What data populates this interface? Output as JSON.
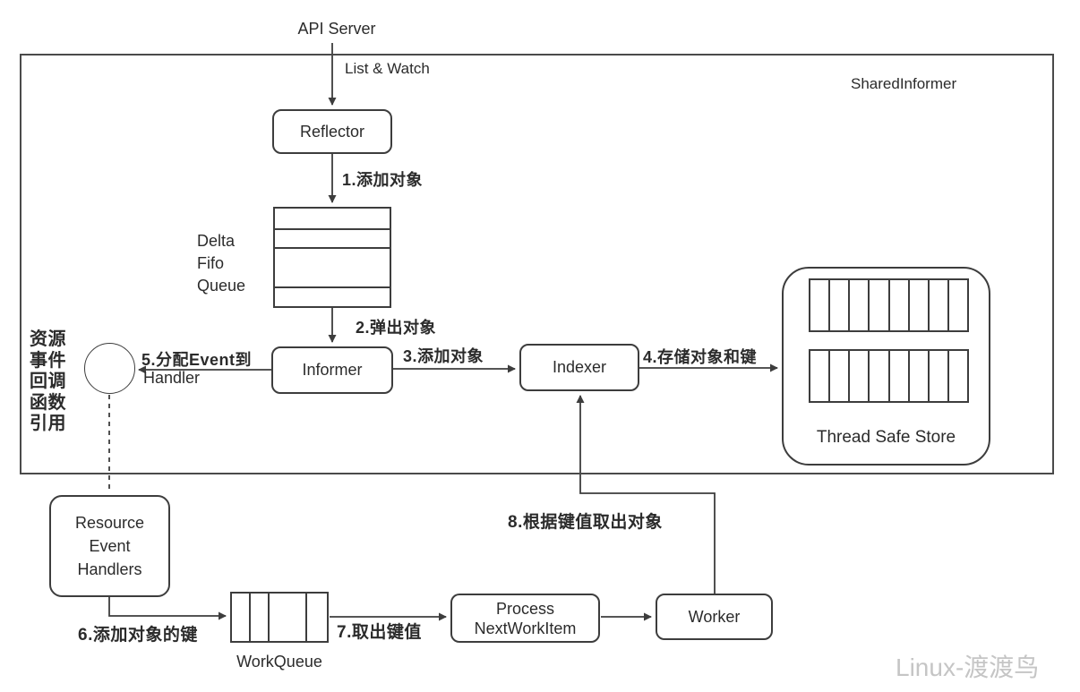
{
  "title": "SharedInformer architecture diagram",
  "colors": {
    "line": "#3d3d3d",
    "box_border": "#3d3d3d",
    "outer_border": "#4a4a4a",
    "text": "#2b2b2b",
    "watermark": "#c5c5c5",
    "background": "#ffffff"
  },
  "outer": {
    "label": "SharedInformer"
  },
  "external": {
    "api_server": "API Server"
  },
  "nodes": {
    "reflector": "Reflector",
    "delta_fifo_label": [
      "Delta",
      "Fifo",
      "Queue"
    ],
    "informer": "Informer",
    "indexer": "Indexer",
    "thread_safe_store": "Thread Safe Store",
    "callback_ref_label": [
      "资源",
      "事件",
      "回调",
      "函数",
      "引用"
    ],
    "resource_event_handlers": [
      "Resource",
      "Event",
      "Handlers"
    ],
    "work_queue": "WorkQueue",
    "process_next_work_item": [
      "Process",
      "NextWorkItem"
    ],
    "worker": "Worker"
  },
  "edges": {
    "list_watch": "List & Watch",
    "step1": "1.添加对象",
    "step2": "2.弹出对象",
    "step3": "3.添加对象",
    "step4": "4.存储对象和键",
    "step5_line1": "5.分配Event到",
    "step5_line2": "Handler",
    "step6": "6.添加对象的键",
    "step7": "7.取出键值",
    "step8": "8.根据键值取出对象"
  },
  "watermark": "Linux-渡渡鸟"
}
